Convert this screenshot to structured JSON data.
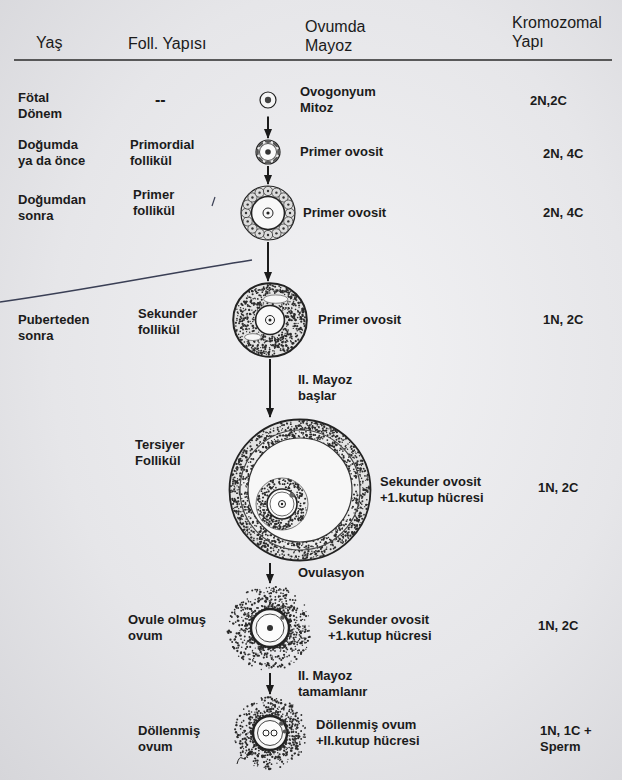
{
  "diagram": {
    "nodes": [
      {
        "text": [
          "Ovogonyum Mitoz"
        ]
      },
      {
        "text": [
          "Primer ovosit"
        ]
      },
      {
        "text": [
          "Primer ovosit"
        ]
      },
      {
        "text": [
          "Primer ovosit"
        ]
      },
      {
        "text": [
          "Sekunder ovosit +1.kutup hücresi"
        ]
      },
      {
        "text": [
          "Sekunder ovosit +1.kutup hücresi"
        ]
      },
      {
        "text": [
          "Döllenmiş ovum +II.kutup hücresi"
        ]
      }
    ],
    "edges": [
      {
        "from": 0,
        "to": 1,
        "arrow": "to"
      },
      {
        "from": 1,
        "to": 2,
        "arrow": "to"
      },
      {
        "from": 2,
        "to": 3,
        "arrow": "to"
      },
      {
        "from": 3,
        "to": 4,
        "label": "II. Mayoz başlar",
        "arrow": "to"
      },
      {
        "from": 4,
        "to": 5,
        "label": "Ovulasyon",
        "arrow": "to"
      },
      {
        "from": 5,
        "to": 6,
        "label": "II. Mayoz tamamlanır",
        "arrow": "to"
      }
    ],
    "labels": [
      "Yaş",
      "Foll. Yapısı",
      "Ovumda Mayoz",
      "Kromozomal Yapı",
      "Fötal Dönem",
      "--",
      "2N,2C",
      "Doğumda ya da önce",
      "Primordial follikül",
      "2N, 4C",
      "Doğumdan sonra",
      "Primer follikül",
      "2N, 4C",
      "Puberteden sonra",
      "Sekunder follikül",
      "1N, 2C",
      "Tersiyer Follikül",
      "1N, 2C",
      "Ovule olmuş ovum",
      "1N, 2C",
      "Döllenmiş ovum",
      "1N, 1C + Sperm"
    ]
  }
}
